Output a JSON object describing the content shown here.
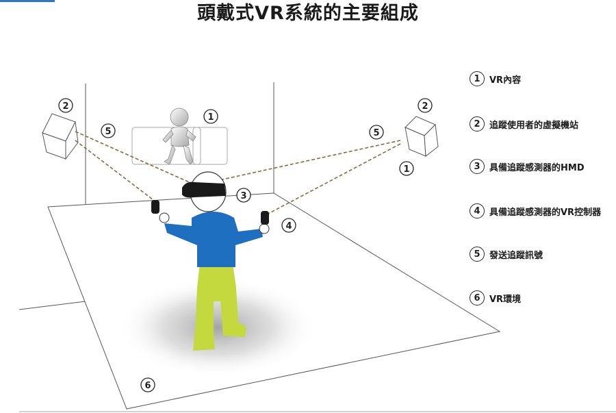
{
  "title": "頭戴式VR系統的主要組成",
  "legend": [
    {
      "num": "1",
      "label": "VR內容"
    },
    {
      "num": "2",
      "label": "追蹤使用者的虛擬機站"
    },
    {
      "num": "3",
      "label": "具備追蹤感測器的HMD"
    },
    {
      "num": "4",
      "label": "具備追蹤感測器的VR控制器"
    },
    {
      "num": "5",
      "label": "發送追蹤訊號"
    },
    {
      "num": "6",
      "label": "VR環境"
    }
  ],
  "callouts": {
    "left_station": "2",
    "left_signal": "5",
    "content": "1",
    "right_station": "2",
    "right_signal": "5",
    "right_content": "1",
    "hmd": "3",
    "controller": "4",
    "environment": "6"
  },
  "colors": {
    "shirt": "#1f6fc0",
    "pants": "#c4d93e",
    "signal_line": "#8a6a3a",
    "accent_tab": "#2e78c8"
  }
}
